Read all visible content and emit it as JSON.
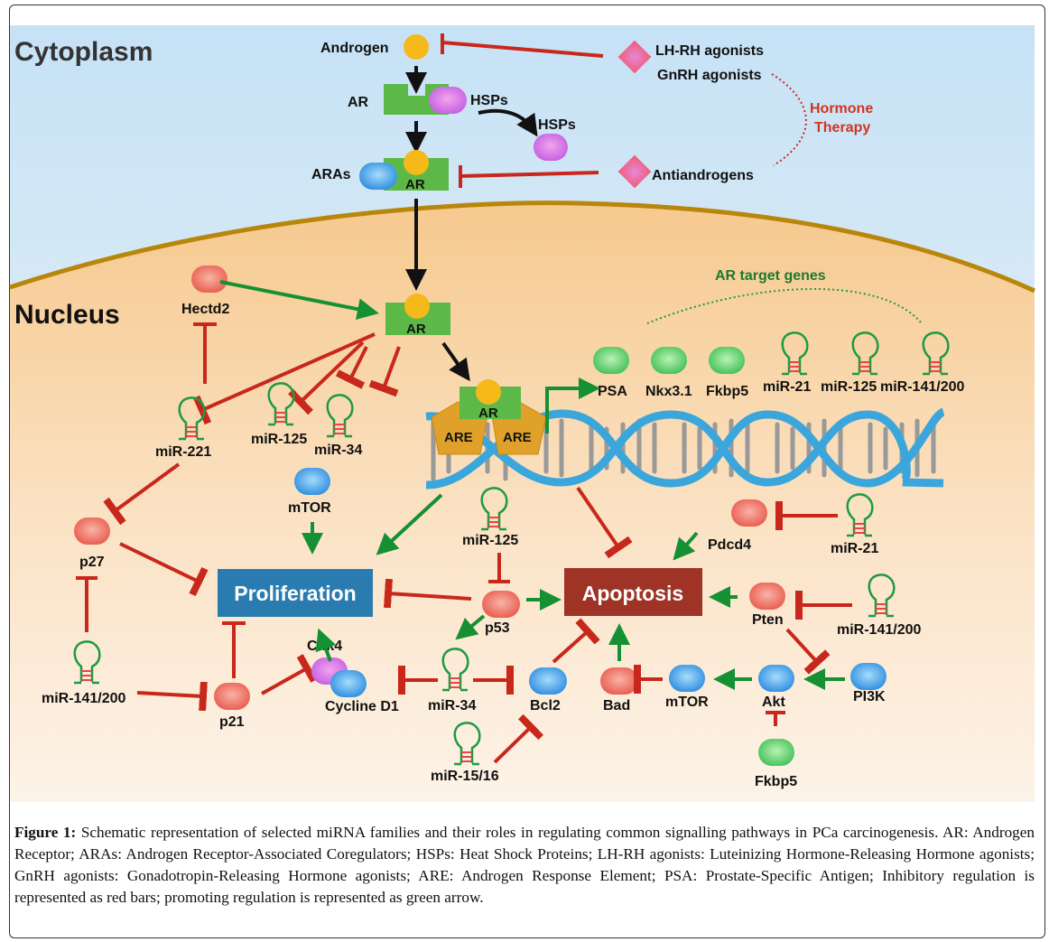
{
  "regions": {
    "cytoplasm": "Cytoplasm",
    "nucleus": "Nucleus"
  },
  "colors": {
    "cytoplasm_top": "#c9e3f6",
    "cytoplasm_bottom": "#f2f4f2",
    "nucleus_fill": "#f7cf9b",
    "membrane": "#b8860b",
    "inhibit_red": "#c8281c",
    "promote_green": "#159033",
    "ar_green": "#5cb947",
    "androgen_yellow": "#f5b91a",
    "proliferation_blue": "#2a7bb0",
    "apoptosis_brown": "#9e3326",
    "dna_blue": "#3ba6dc",
    "are_orange": "#e0a12a",
    "hormone_red": "#d0351f"
  },
  "cytoplasm_nodes": {
    "androgen": "Androgen",
    "ar_unbound": "AR",
    "hsps_bound": "HSPs",
    "hsps_free": "HSPs",
    "aras": "ARAs",
    "ar_bound": "AR",
    "lhrh": "LH-RH agonists",
    "gnrh": "GnRH agonists",
    "antiandrogens": "Antiandrogens",
    "hormone_therapy_line1": "Hormone",
    "hormone_therapy_line2": "Therapy"
  },
  "nucleus_nodes": {
    "hectd2": "Hectd2",
    "ar_nuclear": "AR",
    "mir221": "miR-221",
    "mir125_a": "miR-125",
    "mir34_a": "miR-34",
    "ar_dna": "AR",
    "are_left": "ARE",
    "are_right": "ARE",
    "target_genes_title": "AR target genes",
    "psa": "PSA",
    "nkx": "Nkx3.1",
    "fkbp5_target": "Fkbp5",
    "mir21_target": "miR-21",
    "mir125_target": "miR-125",
    "mir141_target": "miR-141/200",
    "mtor_top": "mTOR",
    "p27": "p27",
    "mir125_b": "miR-125",
    "pdcd4": "Pdcd4",
    "mir21_b": "miR-21",
    "proliferation": "Proliferation",
    "apoptosis": "Apoptosis",
    "p53": "p53",
    "pten": "Pten",
    "mir141_right": "miR-141/200",
    "mir141_left": "miR-141/200",
    "p21": "p21",
    "cdk4": "Cdk4",
    "cyclin_d1": "Cycline D1",
    "mir34_b": "miR-34",
    "bcl2": "Bcl2",
    "bad": "Bad",
    "mtor_bottom": "mTOR",
    "akt": "Akt",
    "pi3k": "PI3K",
    "fkbp5_bottom": "Fkbp5",
    "mir1516": "miR-15/16"
  },
  "caption": {
    "label": "Figure 1:",
    "text": " Schematic representation of selected miRNA families and their roles in regulating common signalling pathways in PCa carcinogenesis. AR: Androgen Receptor; ARAs: Androgen Receptor-Associated Coregulators; HSPs: Heat Shock Proteins; LH-RH agonists: Luteinizing Hormone-Releasing Hormone agonists; GnRH agonists: Gonadotropin-Releasing Hormone agonists; ARE: Androgen Response Element; PSA: Prostate-Specific Antigen; Inhibitory regulation is represented as red bars; promoting regulation is represented as green arrow."
  }
}
